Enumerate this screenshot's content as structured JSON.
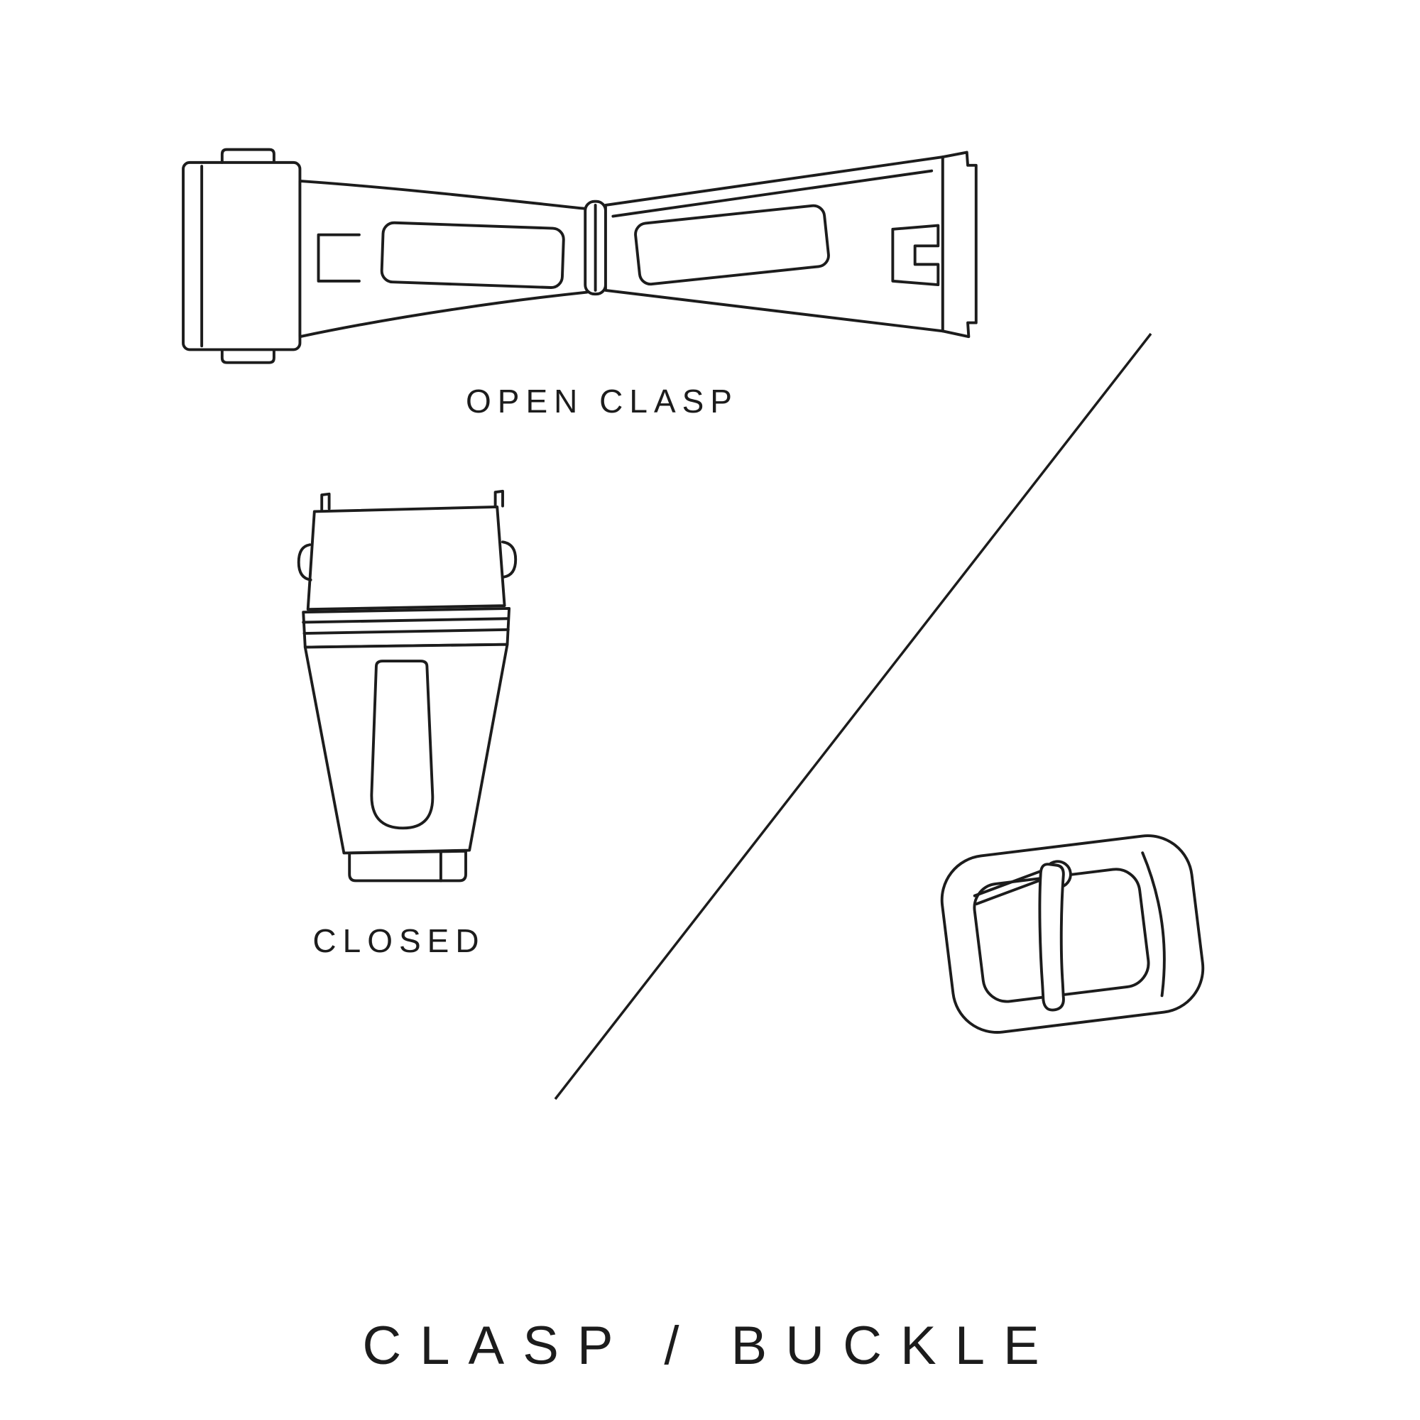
{
  "page": {
    "background_color": "#ffffff",
    "ink_color": "#1c1c1c",
    "title": "CLASP / BUCKLE"
  },
  "figures": {
    "open_clasp": {
      "caption": "OPEN CLASP",
      "illustration": "open-deployant-clasp-line-drawing"
    },
    "closed_clasp": {
      "caption": "CLOSED",
      "illustration": "closed-deployant-clasp-line-drawing"
    },
    "pin_buckle": {
      "illustration": "pin-buckle-line-drawing"
    }
  },
  "divider": {
    "type": "diagonal-line"
  }
}
